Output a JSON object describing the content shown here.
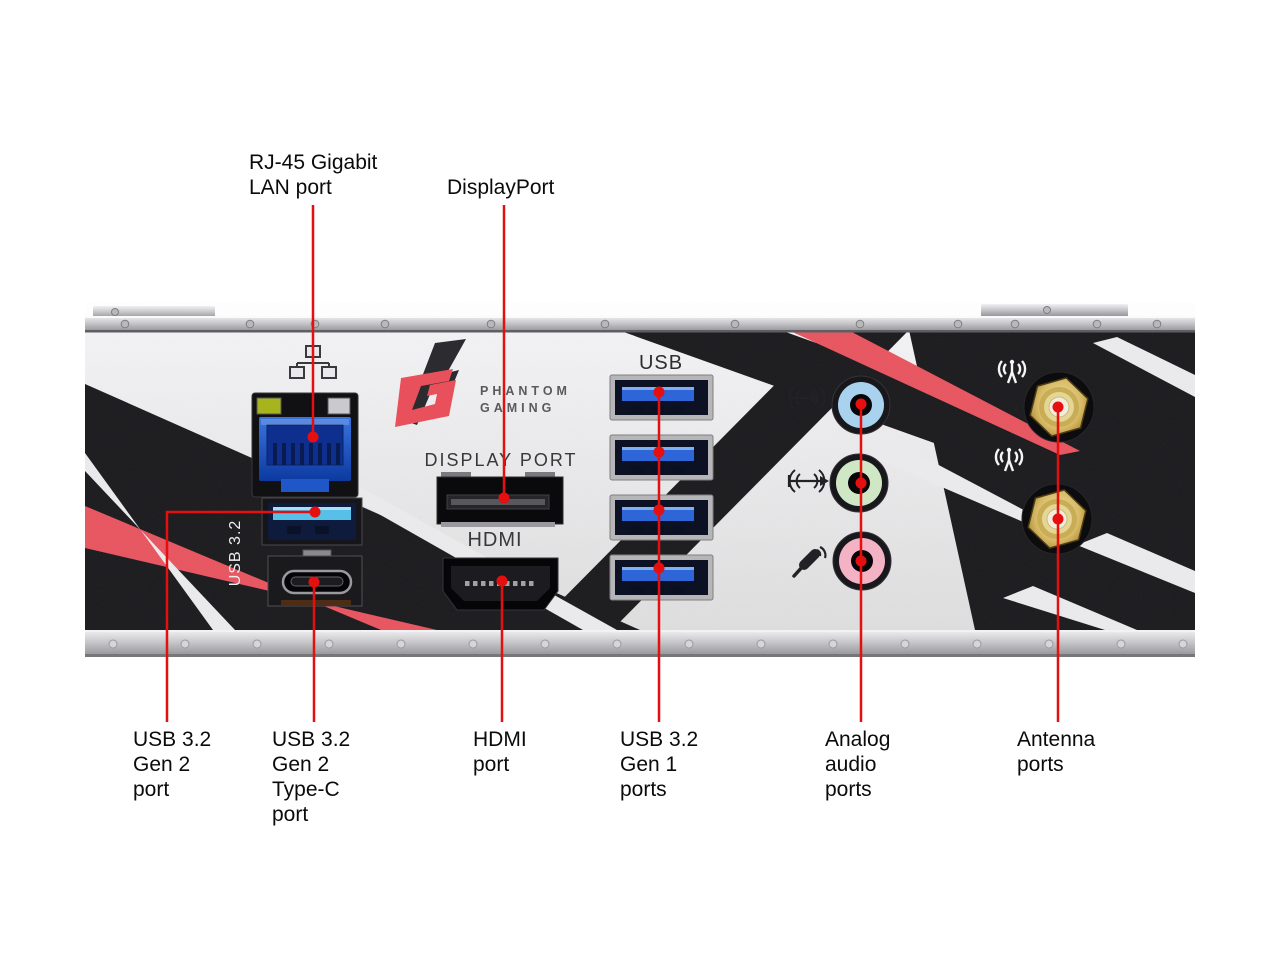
{
  "callouts": {
    "top": [
      {
        "id": "lan",
        "lines": [
          "RJ-45 Gigabit",
          "LAN port"
        ]
      },
      {
        "id": "displayport",
        "lines": [
          "DisplayPort"
        ]
      }
    ],
    "bottom": [
      {
        "id": "usb32-gen2",
        "lines": [
          "USB 3.2",
          "Gen 2",
          "port"
        ]
      },
      {
        "id": "usb32-gen2-typec",
        "lines": [
          "USB 3.2",
          "Gen 2",
          "Type-C",
          "port"
        ]
      },
      {
        "id": "hdmi",
        "lines": [
          "HDMI",
          "port"
        ]
      },
      {
        "id": "usb32-gen1",
        "lines": [
          "USB 3.2",
          "Gen 1",
          "ports"
        ]
      },
      {
        "id": "analog-audio",
        "lines": [
          "Analog",
          "audio",
          "ports"
        ]
      },
      {
        "id": "antenna",
        "lines": [
          "Antenna",
          "ports"
        ]
      }
    ]
  },
  "panel_text": {
    "brand_line1": "PHANTOM",
    "brand_line2": "GAMING",
    "display_port": "DISPLAY PORT",
    "hdmi": "HDMI",
    "usb": "USB",
    "usb32_vertical": "USB 3.2"
  },
  "icons": {
    "ethernet": "ethernet-icon",
    "line_in": "line-in-icon",
    "line_out": "line-out-icon",
    "mic": "microphone-icon",
    "antenna": "antenna-icon"
  },
  "colors": {
    "callout_line": "#e60f0f",
    "accent_stripe": "#e85560",
    "panel_black": "#1b1b1e",
    "panel_light": "#ebebed",
    "usb_blue": "#2e66d8",
    "usb_gen2_teal": "#57bfe8",
    "lan_blue": "#2057c8",
    "audio_line_in": "#a9d2ef",
    "audio_line_out": "#cfe7c4",
    "audio_mic": "#f3b3c5",
    "antenna_gold": "#d7b965"
  }
}
